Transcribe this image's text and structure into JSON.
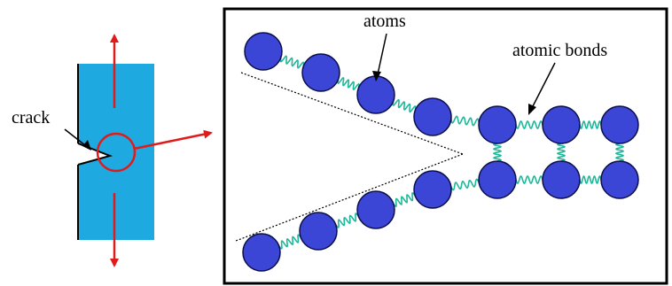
{
  "labels": {
    "crack": "crack",
    "atoms": "atoms",
    "atomic_bonds": "atomic bonds"
  },
  "colors": {
    "specimen": "#1ea9e1",
    "atom": "#3b45d6",
    "atom_stroke": "#0b0f4a",
    "bond": "#1fb89a",
    "arrow": "#e01b1b",
    "frame": "#000000"
  }
}
